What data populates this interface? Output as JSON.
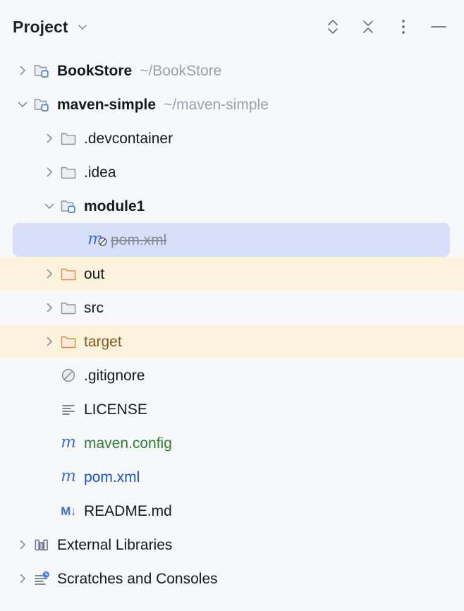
{
  "header": {
    "title": "Project",
    "dropdown_icon": "chevron-down-icon",
    "actions": [
      {
        "name": "expand-all-button",
        "icon": "chevron-up-down-icon"
      },
      {
        "name": "collapse-all-button",
        "icon": "collapse-chevrons-icon"
      },
      {
        "name": "more-options-button",
        "icon": "vertical-dots-icon"
      },
      {
        "name": "minimize-button",
        "icon": "minus-icon"
      }
    ]
  },
  "tree": {
    "items": [
      {
        "label": "BookStore",
        "path": "~/BookStore",
        "icon": "module-folder-icon",
        "arrow": "collapsed",
        "indent": 0,
        "style": "bold",
        "state": "normal"
      },
      {
        "label": "maven-simple",
        "path": "~/maven-simple",
        "icon": "module-folder-icon",
        "arrow": "expanded",
        "indent": 0,
        "style": "bold",
        "state": "normal"
      },
      {
        "label": ".devcontainer",
        "path": "",
        "icon": "folder-icon",
        "arrow": "collapsed",
        "indent": 1,
        "style": "normal",
        "state": "normal"
      },
      {
        "label": ".idea",
        "path": "",
        "icon": "folder-icon",
        "arrow": "collapsed",
        "indent": 1,
        "style": "normal",
        "state": "normal"
      },
      {
        "label": "module1",
        "path": "",
        "icon": "module-folder-icon",
        "arrow": "expanded",
        "indent": 1,
        "style": "bold",
        "state": "normal"
      },
      {
        "label": "pom.xml",
        "path": "",
        "icon": "maven-ignored-icon",
        "arrow": "none",
        "indent": 2,
        "style": "strike",
        "state": "selected"
      },
      {
        "label": "out",
        "path": "",
        "icon": "excluded-folder-icon",
        "arrow": "collapsed",
        "indent": 1,
        "style": "normal",
        "state": "excluded"
      },
      {
        "label": "src",
        "path": "",
        "icon": "folder-icon",
        "arrow": "collapsed",
        "indent": 1,
        "style": "normal",
        "state": "normal"
      },
      {
        "label": "target",
        "path": "",
        "icon": "excluded-folder-icon",
        "arrow": "collapsed",
        "indent": 1,
        "style": "brown",
        "state": "excluded"
      },
      {
        "label": ".gitignore",
        "path": "",
        "icon": "gitignore-icon",
        "arrow": "none",
        "indent": 1,
        "style": "normal",
        "state": "normal"
      },
      {
        "label": "LICENSE",
        "path": "",
        "icon": "text-file-icon",
        "arrow": "none",
        "indent": 1,
        "style": "normal",
        "state": "normal"
      },
      {
        "label": "maven.config",
        "path": "",
        "icon": "maven-icon",
        "arrow": "none",
        "indent": 1,
        "style": "green",
        "state": "normal"
      },
      {
        "label": "pom.xml",
        "path": "",
        "icon": "maven-icon",
        "arrow": "none",
        "indent": 1,
        "style": "blue",
        "state": "normal"
      },
      {
        "label": "README.md",
        "path": "",
        "icon": "markdown-icon",
        "arrow": "none",
        "indent": 1,
        "style": "normal",
        "state": "normal"
      },
      {
        "label": "External Libraries",
        "path": "",
        "icon": "libraries-icon",
        "arrow": "collapsed",
        "indent": 0,
        "style": "normal",
        "state": "normal"
      },
      {
        "label": "Scratches and Consoles",
        "path": "",
        "icon": "scratches-icon",
        "arrow": "collapsed",
        "indent": 0,
        "style": "normal",
        "state": "normal"
      }
    ]
  },
  "colors": {
    "background": "#f7f8fa",
    "selection": "#d7e0f8",
    "excluded_row": "#fdf3dd",
    "excluded_folder": "#e08a3c",
    "vcs_added": "#2e7d32",
    "vcs_modified": "#1a4fd6",
    "accent_blue": "#3f6fe0"
  }
}
